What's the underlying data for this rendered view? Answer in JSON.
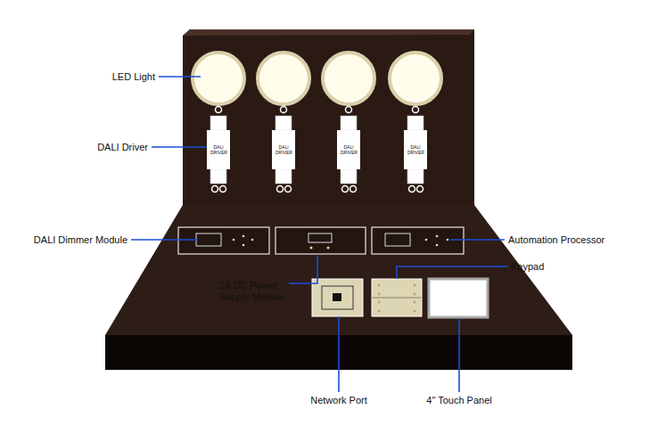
{
  "diagram": {
    "nodes": [
      {
        "text": [
          "DALI DRIVER"
        ]
      },
      {
        "text": [
          "DALI DRIVER"
        ]
      },
      {
        "text": [
          "DALI DRIVER"
        ]
      },
      {
        "text": [
          "DALI DRIVER"
        ]
      }
    ],
    "labels": [
      "LED Light",
      "DALI Driver",
      "DALI Dimmer Module",
      "24 DC Power Supply Module",
      "Automation Processor",
      "Keypad",
      "Network Port",
      "4\" Touch Panel"
    ]
  }
}
